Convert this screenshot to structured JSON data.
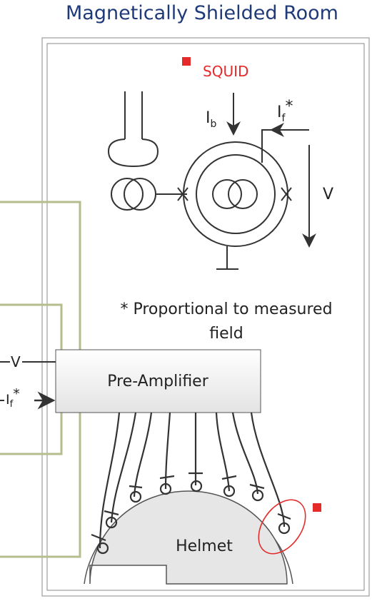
{
  "title": "Magnetically Shielded Room",
  "squid_label": "SQUID",
  "bias_current_label": "I",
  "bias_current_sub": "b",
  "feedback_current_label": "I",
  "feedback_current_sub": "f",
  "feedback_current_star": "*",
  "voltage_label": "V",
  "footnote_line1": "* Proportional to measured",
  "footnote_line2": "field",
  "preamp_label": "Pre-Amplifier",
  "output_v_label": "V",
  "output_if_label": "I",
  "output_if_sub": "f",
  "output_if_star": "*",
  "helmet_label": "Helmet",
  "colors": {
    "title": "#1f3a78",
    "marker_red": "#e52a2a",
    "lines": "#333333",
    "green_frame": "#b5bd8c",
    "room_border": "#888888"
  }
}
